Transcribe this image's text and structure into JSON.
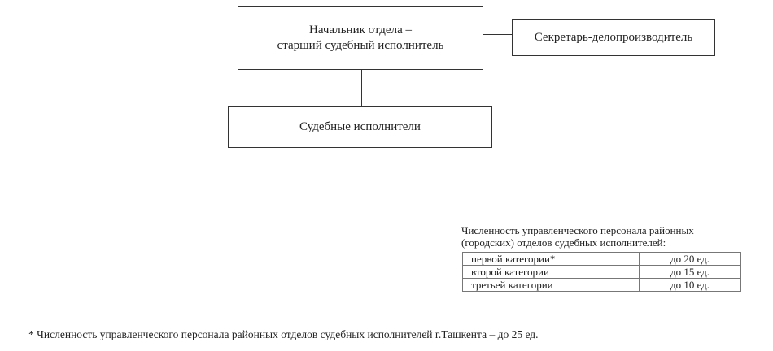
{
  "chart": {
    "head": {
      "line1": "Начальник отдела –",
      "line2": "старший судебный исполнитель"
    },
    "secretary": "Секретарь-делопроизводитель",
    "executors": "Судебные исполнители"
  },
  "staff": {
    "title_line1": "Численность управленческого персонала районных",
    "title_line2": "(городских) отделов судебных исполнителей:",
    "rows": [
      {
        "category": "первой категории*",
        "value": "до 20 ед."
      },
      {
        "category": "второй категории",
        "value": "до 15 ед."
      },
      {
        "category": "третьей категории",
        "value": "до 10 ед."
      }
    ]
  },
  "footnote": "* Численность управленческого персонала районных отделов судебных исполнителей г.Ташкента – до 25 ед."
}
